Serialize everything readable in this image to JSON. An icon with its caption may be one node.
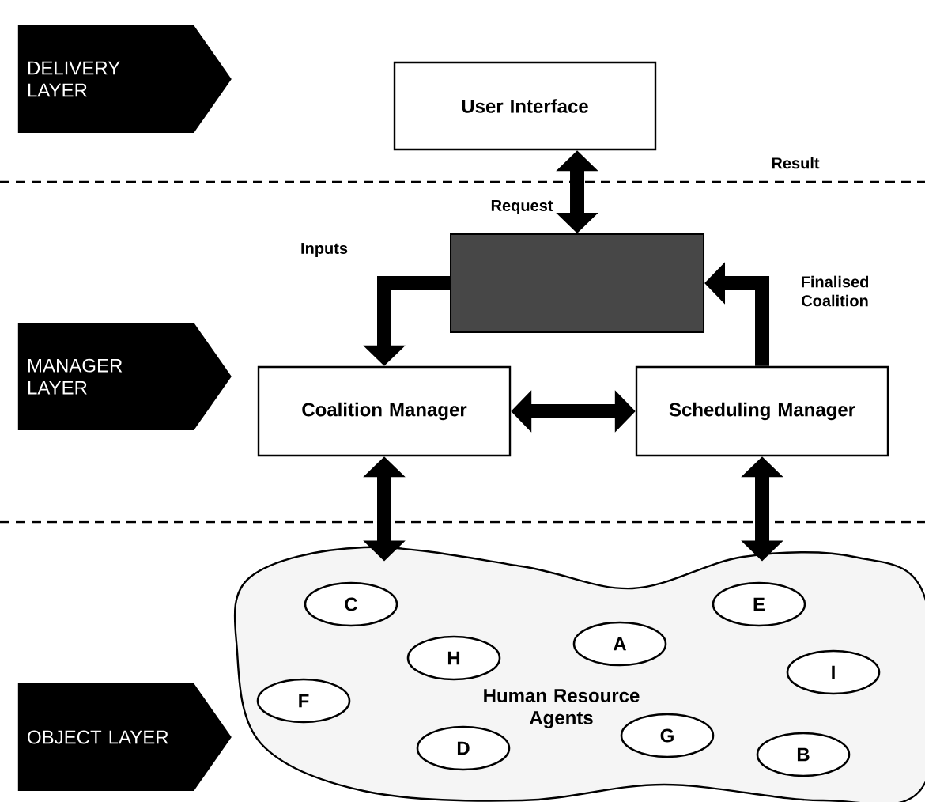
{
  "diagram": {
    "nodes": [
      {
        "text": [
          "DELIVERY LAYER"
        ]
      },
      {
        "text": [
          "User Interface"
        ]
      },
      {
        "text": [],
        "shape": "box"
      },
      {
        "text": [
          "MANAGER LAYER"
        ]
      },
      {
        "text": [
          "Coalition Manager"
        ]
      },
      {
        "text": [
          "Scheduling Manager"
        ]
      },
      {
        "text": [
          "OBJECT LAYER"
        ]
      },
      {
        "text": [
          "Human Resource Agents"
        ]
      },
      {
        "text": [
          "C"
        ],
        "in": 7
      },
      {
        "text": [
          "E"
        ],
        "in": 7
      },
      {
        "text": [
          "A"
        ],
        "in": 7
      },
      {
        "text": [
          "H"
        ],
        "in": 7
      },
      {
        "text": [
          "I"
        ],
        "in": 7
      },
      {
        "text": [
          "F"
        ],
        "in": 7
      },
      {
        "text": [
          "G"
        ],
        "in": 7
      },
      {
        "text": [
          "D"
        ],
        "in": 7
      },
      {
        "text": [
          "B"
        ],
        "in": 7
      }
    ],
    "edges": [
      {
        "from": 1,
        "to": 2,
        "arrow": "both"
      },
      {
        "from": 2,
        "to": 4,
        "arrow": "to",
        "label": "Inputs"
      },
      {
        "from": 5,
        "to": 2,
        "arrow": "to",
        "label": "Finalised Coalition"
      },
      {
        "from": 4,
        "to": 5,
        "arrow": "both"
      },
      {
        "from": 4,
        "to": 7,
        "arrow": "both"
      },
      {
        "from": 5,
        "to": 7,
        "arrow": "both"
      }
    ],
    "labels": [
      "Result",
      "Request"
    ]
  }
}
